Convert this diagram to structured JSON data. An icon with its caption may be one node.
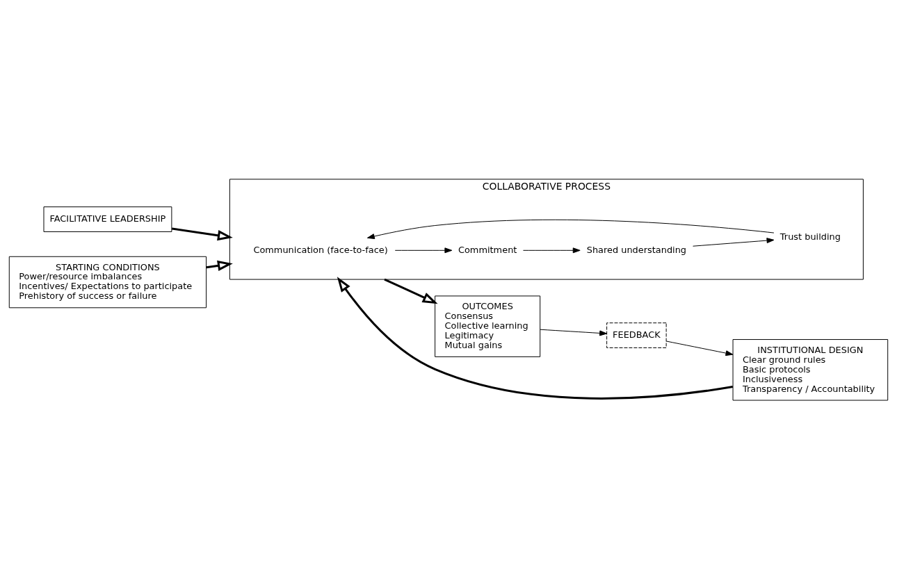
{
  "diagram": {
    "nodes": [
      {
        "text": [
          "FACILITATIVE LEADERSHIP"
        ]
      },
      {
        "text": [
          "STARTING CONDITIONS",
          "Power/resource imbalances",
          "Incentives/ Expectations to participate",
          "Prehistory of success or failure"
        ]
      },
      {
        "text": [
          "COLLABORATIVE PROCESS"
        ]
      },
      {
        "text": [
          "Communication (face-to-face)"
        ],
        "in": 2
      },
      {
        "text": [
          "Trust building"
        ],
        "in": 2
      },
      {
        "text": [
          "Commitment"
        ],
        "in": 2
      },
      {
        "text": [
          "Shared understanding"
        ],
        "in": 2
      },
      {
        "text": [
          "OUTCOMES",
          "Consensus",
          "Collective learning",
          "Legitimacy",
          "Mutual gains"
        ]
      },
      {
        "text": [
          "INSTITUTIONAL DESIGN",
          "Clear ground rules",
          "Basic protocols",
          "Inclusiveness",
          "Transparency / Accountability"
        ]
      },
      {
        "text": [
          "FEEDBACK"
        ]
      }
    ],
    "edges": [
      {
        "from": 0,
        "to": 2,
        "arrow": "to",
        "style": "thick"
      },
      {
        "from": 1,
        "to": 2,
        "arrow": "to",
        "style": "thick"
      },
      {
        "from": 4,
        "to": 3,
        "arrow": "to"
      },
      {
        "from": 3,
        "to": 5,
        "arrow": "to"
      },
      {
        "from": 5,
        "to": 6,
        "arrow": "to"
      },
      {
        "from": 6,
        "to": 4,
        "arrow": "to"
      },
      {
        "from": 2,
        "to": 7,
        "arrow": "to",
        "style": "thick"
      },
      {
        "from": 8,
        "to": 2,
        "arrow": "to",
        "style": "thick"
      },
      {
        "from": 7,
        "to": 9,
        "arrow": "to"
      },
      {
        "from": 9,
        "to": 8,
        "arrow": "to"
      }
    ]
  }
}
